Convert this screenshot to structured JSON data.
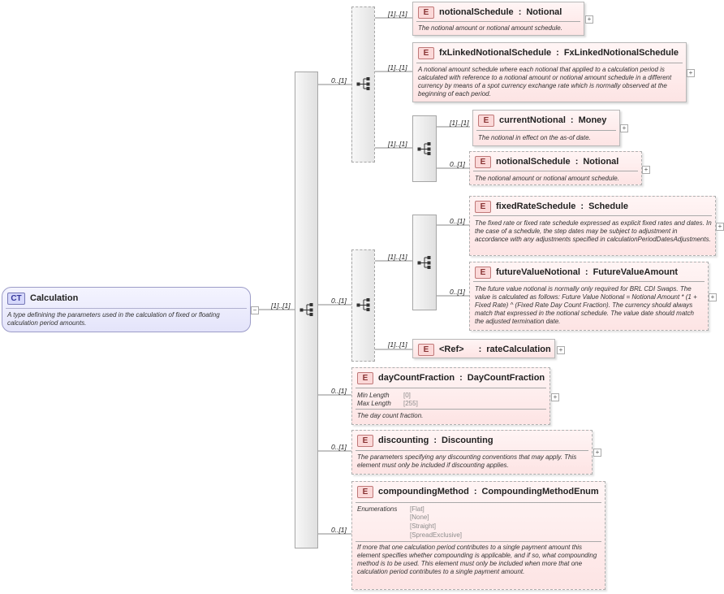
{
  "root": {
    "badge": "CT",
    "name": "Calculation",
    "doc": "A type definining the parameters used in the calculation of fixed or floating calculation period amounts."
  },
  "multiplicities": {
    "root_seq": "[1]..[1]",
    "choice1": "0..[1]",
    "notionalSchedule": "[1]..[1]",
    "fxLinked": "[1]..[1]",
    "seq_current": "[1]..[1]",
    "currentNotional": "[1]..[1]",
    "notionalSchedule2": "0..[1]",
    "choice2": "0..[1]",
    "seq_fixed": "[1]..[1]",
    "fixedRateSchedule": "0..[1]",
    "futureValueNotional": "0..[1]",
    "ref": "[1]..[1]",
    "dayCountFraction": "0..[1]",
    "discounting": "0..[1]",
    "compoundingMethod": "0..[1]"
  },
  "elements": {
    "notionalSchedule": {
      "badge": "E",
      "name": "notionalSchedule",
      "sep": ":",
      "type": "Notional",
      "doc": "The notional amount or notional amount schedule."
    },
    "fxLinked": {
      "badge": "E",
      "name": "fxLinkedNotionalSchedule",
      "sep": ":",
      "type": "FxLinkedNotionalSchedule",
      "doc": "A notional amount schedule where each notional that applied to a calculation period is calculated with reference to a notional amount or notional amount schedule in a different currency by means of a spot currency exchange rate which is normally observed at the beginning of each period."
    },
    "currentNotional": {
      "badge": "E",
      "name": "currentNotional",
      "sep": ":",
      "type": "Money",
      "doc": "The notional in effect on the as-of date."
    },
    "notionalSchedule2": {
      "badge": "E",
      "name": "notionalSchedule",
      "sep": ":",
      "type": "Notional",
      "doc": "The notional amount or notional amount schedule."
    },
    "fixedRateSchedule": {
      "badge": "E",
      "name": "fixedRateSchedule",
      "sep": ":",
      "type": "Schedule",
      "doc": "The fixed rate or fixed rate schedule expressed as explicit fixed rates and dates. In the case of a schedule, the step dates may be subject to adjustment in accordance with any adjustments specified in calculationPeriodDatesAdjustments."
    },
    "futureValueNotional": {
      "badge": "E",
      "name": "futureValueNotional",
      "sep": ":",
      "type": "FutureValueAmount",
      "doc": "The future value notional is normally only required for BRL CDI Swaps. The value is calculated as follows: Future Value Notional = Notional Amount * (1 + Fixed Rate) ^ (Fixed Rate Day Count Fraction). The currency should always match that expressed in the notional schedule. The value date should match the adjusted termination date."
    },
    "ref": {
      "badge": "E",
      "name": "<Ref>",
      "sep": ":",
      "type": "rateCalculation"
    },
    "dayCountFraction": {
      "badge": "E",
      "name": "dayCountFraction",
      "sep": ":",
      "type": "DayCountFraction",
      "facets": [
        {
          "key": "Min Length",
          "value": "[0]"
        },
        {
          "key": "Max Length",
          "value": "[255]"
        }
      ],
      "doc": "The day count fraction."
    },
    "discounting": {
      "badge": "E",
      "name": "discounting",
      "sep": ":",
      "type": "Discounting",
      "doc": "The parameters specifying any discounting conventions that may apply. This element must only be included if discounting applies."
    },
    "compoundingMethod": {
      "badge": "E",
      "name": "compoundingMethod",
      "sep": ":",
      "type": "CompoundingMethodEnum",
      "enum_label": "Enumerations",
      "enums": [
        "[Flat]",
        "[None]",
        "[Straight]",
        "[SpreadExclusive]"
      ],
      "doc": "If more that one calculation period contributes to a single payment amount this element specifies whether compounding is applicable, and if so, what compounding method is to be used. This element must only be included when more that one calculation period contributes to a single payment amount."
    }
  },
  "symbols": {
    "expand": "+",
    "collapse": "−"
  }
}
